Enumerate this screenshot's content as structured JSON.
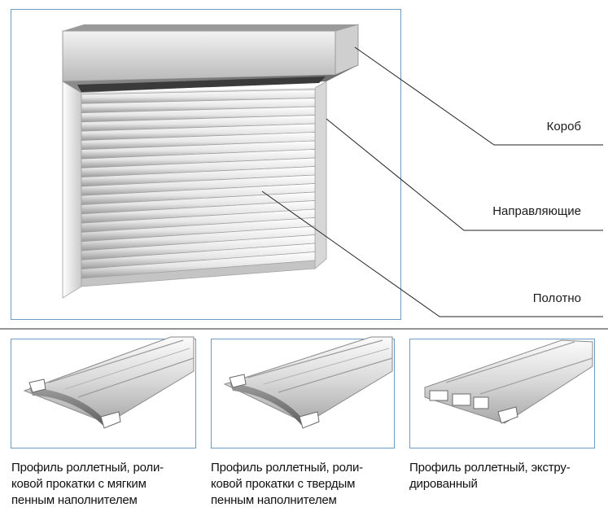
{
  "callouts": {
    "box": "Короб",
    "guides": "Направляющие",
    "curtain": "Полотно"
  },
  "profiles": [
    {
      "line1": "Профиль роллетный, роли-",
      "line2": "ковой прокатки с мягким",
      "line3": "пенным наполнителем"
    },
    {
      "line1": "Профиль роллетный, роли-",
      "line2": "ковой прокатки с твердым",
      "line3": "пенным наполнителем"
    },
    {
      "line1": "Профиль роллетный, экстру-",
      "line2": "дированный",
      "line3": ""
    }
  ],
  "colors": {
    "frame_border": "#6f9bc3",
    "leader_line": "#222222",
    "separator": "#555555"
  }
}
